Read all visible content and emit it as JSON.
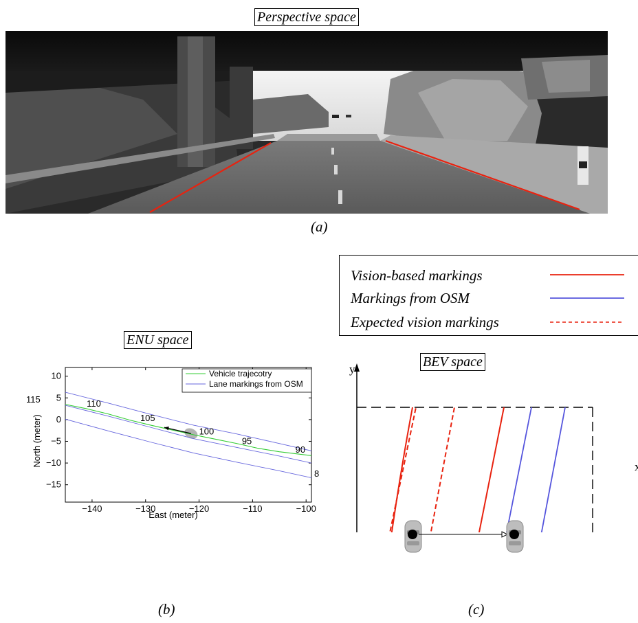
{
  "panel_a": {
    "title": "Perspective space",
    "caption": "(a)",
    "line_color": "#e8220f"
  },
  "panel_b": {
    "title": "ENU space",
    "caption": "(b)",
    "side_label_left": "115",
    "side_label_right": "8",
    "chart_data": {
      "type": "line",
      "xlabel": "East (meter)",
      "ylabel": "North (meter)",
      "xlim": [
        -145,
        -99
      ],
      "ylim": [
        -19,
        12
      ],
      "xticks": [
        -140,
        -130,
        -120,
        -110,
        -100
      ],
      "yticks": [
        10,
        5,
        0,
        -5,
        -10,
        -15
      ],
      "grid": false,
      "legend_position": "top-right",
      "series": [
        {
          "name": "Vehicle trajecotry",
          "color": "#33cc33",
          "x": [
            -145,
            -141,
            -137,
            -133,
            -129,
            -125,
            -121,
            -117,
            -113,
            -109,
            -105,
            -101,
            -99
          ],
          "y": [
            3.5,
            2.5,
            1.3,
            -0.1,
            -1.3,
            -2.4,
            -3.5,
            -4.5,
            -5.5,
            -6.6,
            -7.4,
            -8.0,
            -8.3
          ]
        },
        {
          "name": "Lane markings from OSM",
          "color": "#6666dd",
          "x": [
            -145,
            -137,
            -129,
            -121,
            -113,
            -105,
            -99
          ],
          "y": [
            6.3,
            3.8,
            1.2,
            -1.3,
            -3.3,
            -5.5,
            -7.2
          ]
        },
        {
          "name": "",
          "color": "#6666dd",
          "x": [
            -145,
            -137,
            -129,
            -121,
            -113,
            -105,
            -99
          ],
          "y": [
            3.3,
            0.8,
            -1.8,
            -4.4,
            -6.4,
            -8.4,
            -10.0
          ]
        },
        {
          "name": "",
          "color": "#6666dd",
          "x": [
            -145,
            -137,
            -129,
            -121,
            -113,
            -105,
            -99
          ],
          "y": [
            0.1,
            -2.6,
            -5.2,
            -7.7,
            -9.8,
            -11.8,
            -13.4
          ]
        }
      ],
      "annotations": [
        {
          "text": "110",
          "x": -141,
          "y": 3.0
        },
        {
          "text": "105",
          "x": -131,
          "y": -0.3
        },
        {
          "text": "100",
          "x": -120,
          "y": -3.4
        },
        {
          "text": "95",
          "x": -112,
          "y": -5.6
        },
        {
          "text": "90",
          "x": -102,
          "y": -7.6
        }
      ],
      "vehicle_arrow": {
        "from": [
          -121.5,
          -3.2
        ],
        "to": [
          -126.5,
          -1.8
        ]
      }
    }
  },
  "panel_c": {
    "title": "BEV space",
    "caption": "(c)",
    "y_axis_label": "y",
    "x_axis_label": "x",
    "legend": [
      {
        "label": "Vision-based markings",
        "color": "#e8220f",
        "style": "solid"
      },
      {
        "label": "Markings from OSM",
        "color": "#5555dd",
        "style": "solid"
      },
      {
        "label": "Expected vision markings",
        "color": "#e8220f",
        "style": "dashed"
      }
    ]
  }
}
